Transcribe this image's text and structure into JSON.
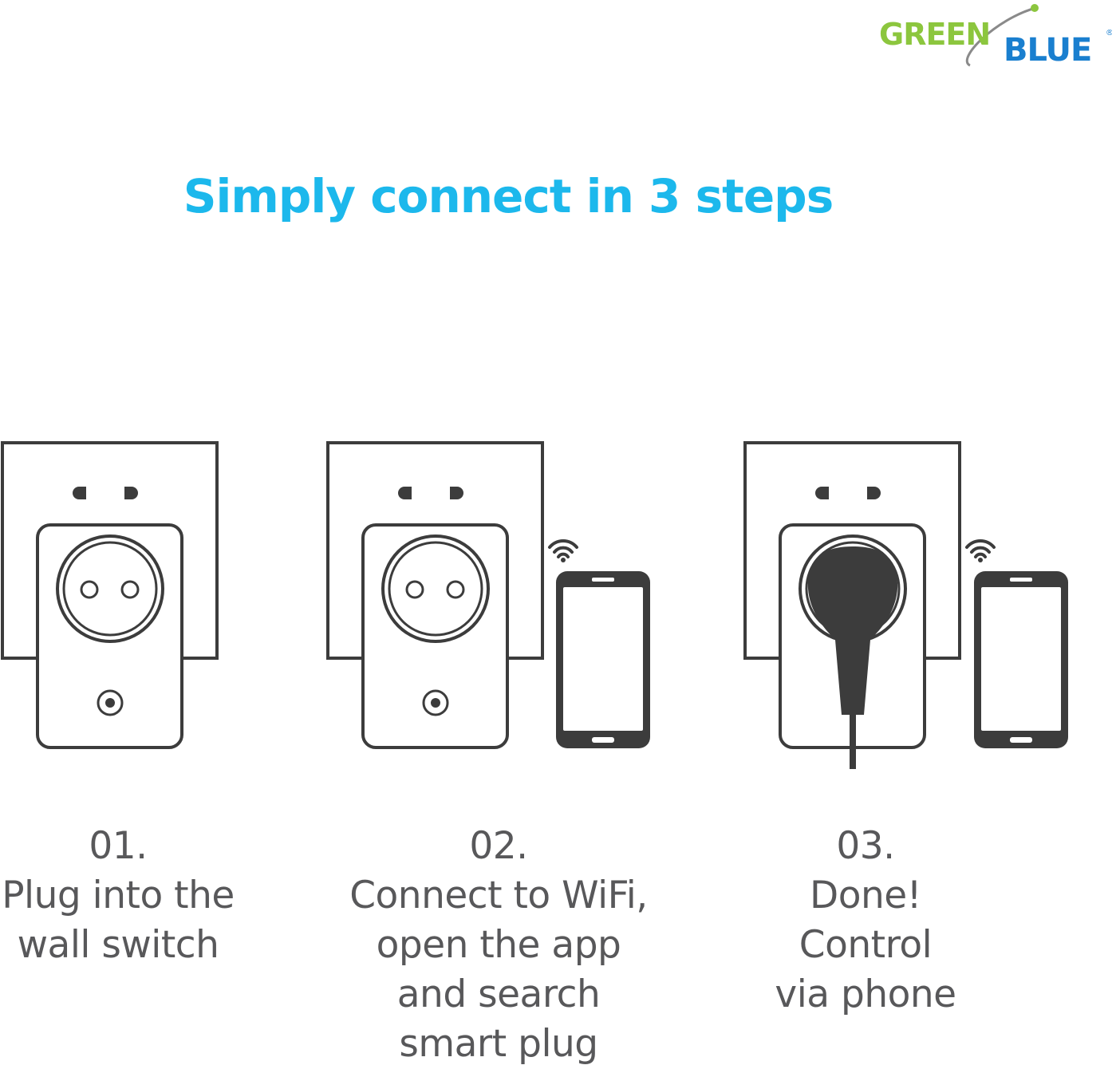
{
  "brand": {
    "logo_part1": "GREEN",
    "logo_part2": "BLUE",
    "registered_mark": "®",
    "colors": {
      "green": "#8cc63e",
      "blue": "#1a7fcf",
      "swoosh": "#8a8a8a"
    }
  },
  "headline": {
    "text": "Simply connect in 3 steps",
    "color": "#1cb8ec"
  },
  "steps": [
    {
      "number": "01.",
      "lines": [
        "Plug into the",
        "wall switch"
      ],
      "icons": [
        "wall-socket-icon",
        "smart-plug-icon"
      ]
    },
    {
      "number": "02.",
      "lines": [
        "Connect to WiFi,",
        "open the app",
        "and search",
        "smart plug"
      ],
      "icons": [
        "wall-socket-icon",
        "smart-plug-icon",
        "wifi-icon",
        "smartphone-icon"
      ]
    },
    {
      "number": "03.",
      "lines": [
        "Done!",
        "Control",
        "via phone"
      ],
      "icons": [
        "wall-socket-icon",
        "smart-plug-icon",
        "power-plug-icon",
        "wifi-icon",
        "smartphone-icon"
      ]
    }
  ],
  "colors": {
    "line_art": "#3c3c3c",
    "caption": "#58585a"
  }
}
